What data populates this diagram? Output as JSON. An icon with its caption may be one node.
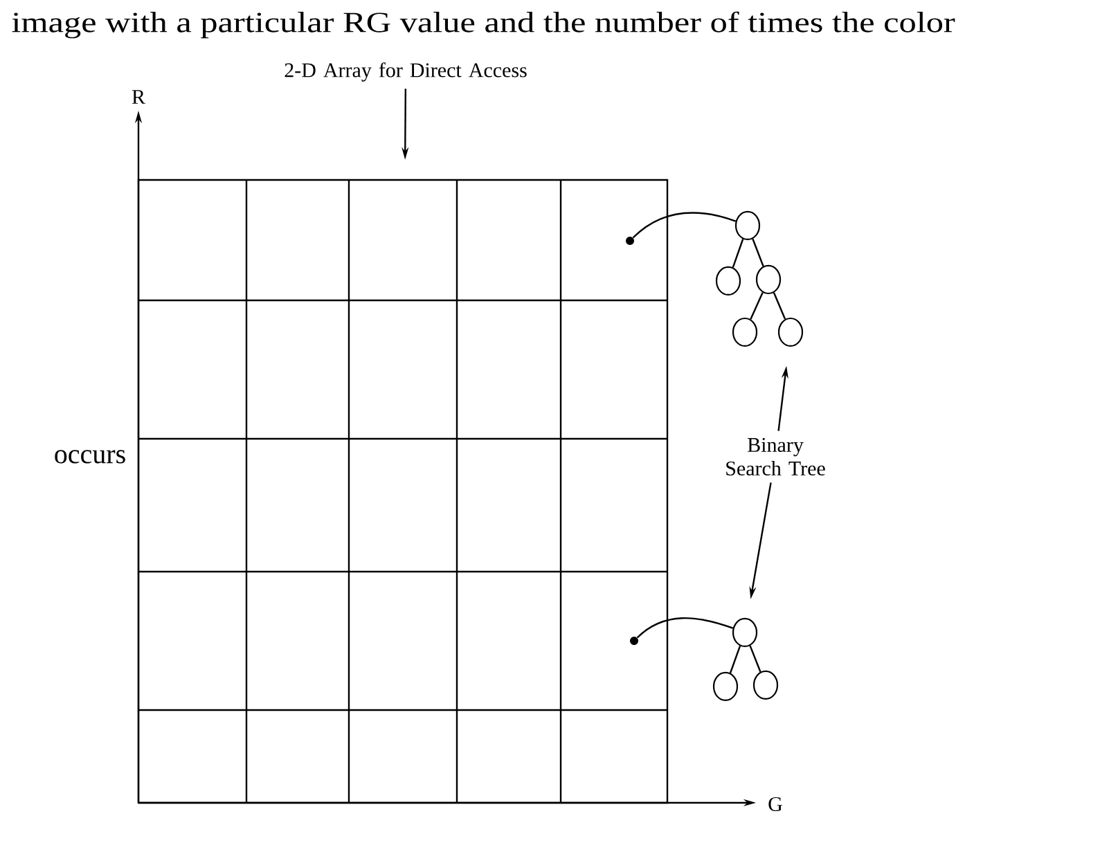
{
  "diagram": {
    "nodes": [
      {
        "text": [
          "2-D Array for Direct Access"
        ]
      },
      {
        "text": [],
        "shape": "box"
      },
      {
        "text": [],
        "shape": "dot",
        "in": 1
      },
      {
        "text": [],
        "shape": "circle"
      },
      {
        "text": [],
        "shape": "circle"
      },
      {
        "text": [],
        "shape": "circle"
      },
      {
        "text": [],
        "shape": "circle"
      },
      {
        "text": [],
        "shape": "circle"
      },
      {
        "text": [
          "Binary Search Tree"
        ]
      },
      {
        "text": [],
        "shape": "dot",
        "in": 1
      },
      {
        "text": [],
        "shape": "circle"
      },
      {
        "text": [],
        "shape": "circle"
      },
      {
        "text": [],
        "shape": "circle"
      }
    ],
    "edges": [
      {
        "from": 0,
        "to": 1,
        "arrow": "to"
      },
      {
        "from": 2,
        "to": 3,
        "arrow": "none"
      },
      {
        "from": 3,
        "to": 4,
        "arrow": "none"
      },
      {
        "from": 3,
        "to": 5,
        "arrow": "none"
      },
      {
        "from": 5,
        "to": 6,
        "arrow": "none"
      },
      {
        "from": 5,
        "to": 7,
        "arrow": "none"
      },
      {
        "from": 8,
        "to": 7,
        "arrow": "to"
      },
      {
        "from": 8,
        "to": 10,
        "arrow": "to"
      },
      {
        "from": 9,
        "to": 10,
        "arrow": "none"
      },
      {
        "from": 10,
        "to": 11,
        "arrow": "none"
      },
      {
        "from": 10,
        "to": 12,
        "arrow": "none"
      }
    ],
    "labels": [
      "image with a particular RG value and the number of times the color",
      "R",
      "occurs",
      "G"
    ]
  }
}
